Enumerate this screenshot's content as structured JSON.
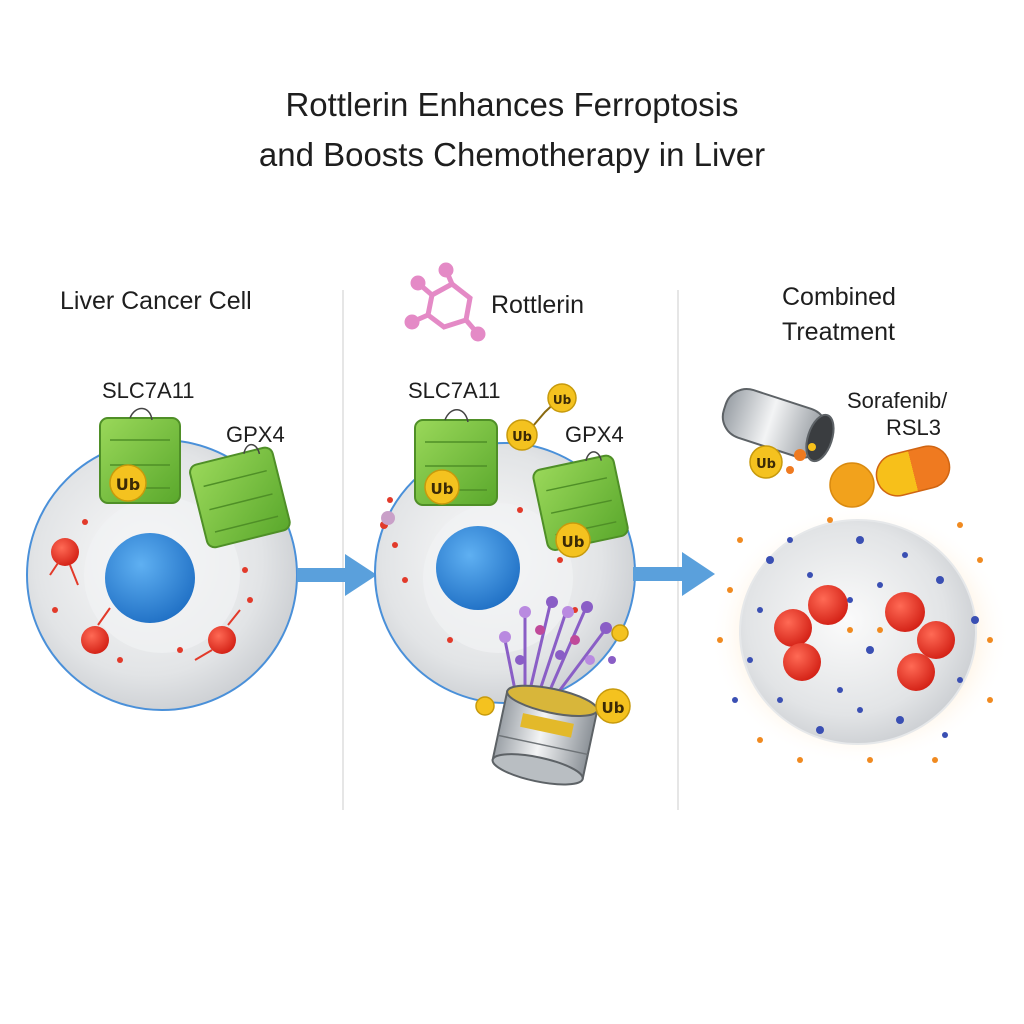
{
  "title": {
    "line1": "Rottlerin Enhances Ferroptosis",
    "line2": "and Boosts Chemotherapy in Liver"
  },
  "panels": [
    {
      "heading": "Liver Cancer Cell",
      "labels": {
        "transporter": "SLC7A11",
        "enzyme": "GPX4"
      }
    },
    {
      "heading": "Rottlerin",
      "labels": {
        "transporter": "SLC7A11",
        "enzyme": "GPX4"
      }
    },
    {
      "heading_line1": "Combined",
      "heading_line2": "Treatment",
      "drug_line1": "Sorafenib/",
      "drug_line2": "RSL3"
    }
  ],
  "ubiquitin_tag": "Ub",
  "colors": {
    "nucleus": "#2f86d8",
    "membrane": "#4a90d9",
    "protein": "#7dc242",
    "ubiquitin": "#f4c21f",
    "lipid_ros": "#e83a2a",
    "rottlerin": "#e48ac6",
    "arrow": "#5aa0dc"
  }
}
